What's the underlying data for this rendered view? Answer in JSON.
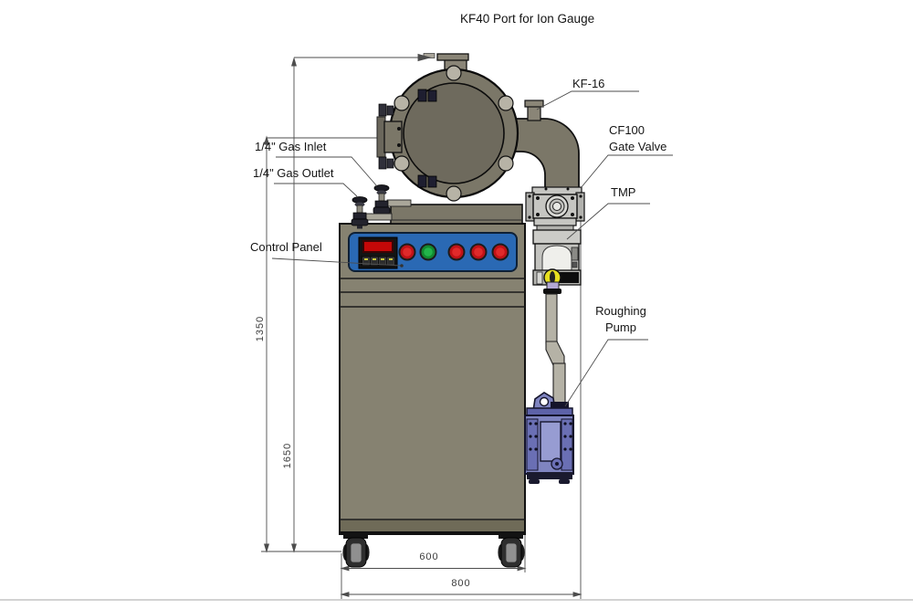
{
  "diagram": {
    "title": "KF40 Port for Ion Gauge",
    "labels": {
      "kf16": "KF-16",
      "gate_valve_line1": "CF100",
      "gate_valve_line2": "Gate Valve",
      "tmp": "TMP",
      "roughing_line1": "Roughing",
      "roughing_line2": "Pump",
      "gas_inlet": "1/4\" Gas Inlet",
      "gas_outlet": "1/4\" Gas Outlet",
      "control_panel": "Control Panel"
    },
    "dimensions": {
      "height_to_chamber_center": "1350",
      "height_to_chamber_top": "1650",
      "cabinet_width": "600",
      "overall_width": "800"
    },
    "colors": {
      "chamber_body": "#7b7768",
      "chamber_door": "#6e6a5d",
      "cabinet_body": "#868271",
      "cabinet_kick": "#6f6b58",
      "control_panel_blue": "#2a69b4",
      "button_red": "#c01216",
      "button_green": "#128a30",
      "display_red": "#c40808",
      "tmp_window_yellow": "#e6de20",
      "roughing_pump_purple": "#7f84c0",
      "pipe_gray": "#b5b2a6",
      "line_gray": "#4d4d4d"
    }
  }
}
